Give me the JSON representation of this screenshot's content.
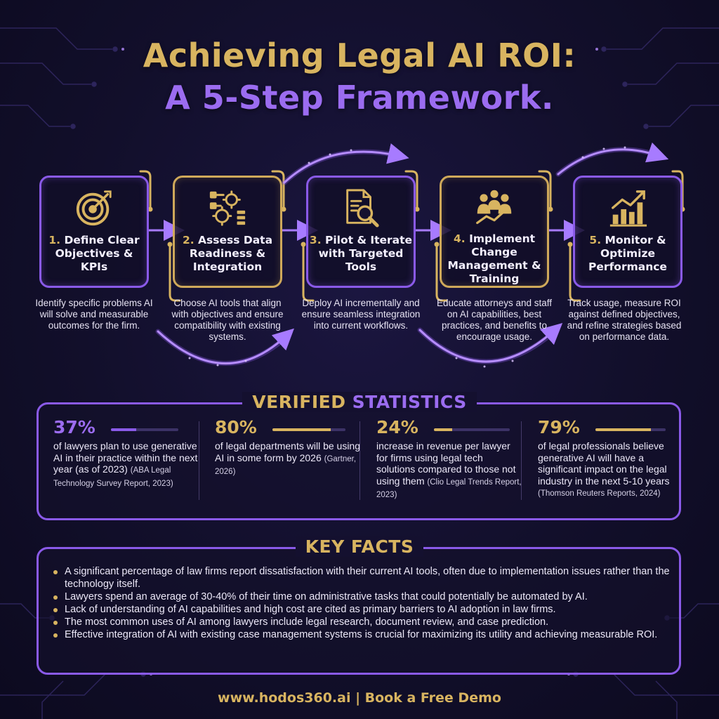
{
  "title": {
    "line1": "Achieving Legal AI ROI:",
    "line2": "A 5-Step Framework."
  },
  "colors": {
    "gold": "#d8b460",
    "purple": "#9b6cf0",
    "background": "#120f2b"
  },
  "steps": [
    {
      "number": "1.",
      "title": "Define Clear Objectives & KPIs",
      "description": "Identify specific problems AI will solve and measurable outcomes for the firm.",
      "icon": "target-icon"
    },
    {
      "number": "2.",
      "title": "Assess Data Readiness & Integration",
      "description": "Choose AI tools that align with objectives and ensure compatibility with existing systems.",
      "icon": "gears-data-icon"
    },
    {
      "number": "3.",
      "title": "Pilot & Iterate with Targeted Tools",
      "description": "Deploy AI incrementally and ensure seamless integration into current workflows.",
      "icon": "document-magnifier-icon"
    },
    {
      "number": "4.",
      "title": "Implement Change Management & Training",
      "description": "Educate attorneys and staff on AI capabilities, best practices, and benefits to encourage usage.",
      "icon": "team-growth-icon"
    },
    {
      "number": "5.",
      "title": "Monitor & Optimize Performance",
      "description": "Track usage, measure ROI against defined objectives, and refine strategies based on performance data.",
      "icon": "growth-chart-icon"
    }
  ],
  "statistics": {
    "heading_part1": "VERIFIED",
    "heading_part2": "STATISTICS",
    "items": [
      {
        "value": "37%",
        "fill": 37,
        "text": "of lawyers plan to use generative AI in their practice within the next year (as of 2023)",
        "source": "(ABA Legal Technology Survey Report, 2023)"
      },
      {
        "value": "80%",
        "fill": 80,
        "text": "of legal departments will be using AI in some form by 2026",
        "source": "(Gartner, 2026)"
      },
      {
        "value": "24%",
        "fill": 24,
        "text": "increase in revenue per lawyer for firms using legal tech solutions compared to those not using them",
        "source": "(Clio Legal Trends Report, 2023)"
      },
      {
        "value": "79%",
        "fill": 79,
        "text": "of legal professionals believe generative AI will have a significant impact on the legal industry in the next 5-10 years",
        "source": "(Thomson Reuters Reports, 2024)"
      }
    ]
  },
  "key_facts": {
    "heading": "KEY FACTS",
    "items": [
      "A significant percentage of law firms report dissatisfaction with their current AI tools, often due to implementation issues rather than the technology itself.",
      "Lawyers spend an average of 30-40% of their time on administrative tasks that could potentially be automated by AI.",
      "Lack of understanding of AI capabilities and high cost are cited as primary barriers to AI adoption in law firms.",
      "The most common uses of AI among lawyers include legal research, document review, and case prediction.",
      "Effective integration of AI with existing case management systems is crucial for maximizing its utility and achieving measurable ROI."
    ]
  },
  "footer": {
    "text": "www.hodos360.ai | Book a Free Demo"
  }
}
